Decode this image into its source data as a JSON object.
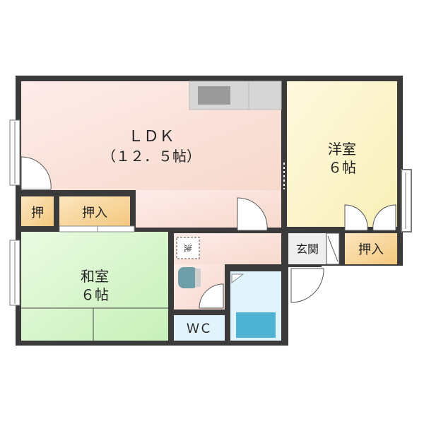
{
  "rooms": {
    "ldk": {
      "name": "ＬＤＫ",
      "size": "（１２．５帖）"
    },
    "western": {
      "name": "洋室",
      "size": "６帖"
    },
    "japanese": {
      "name": "和室",
      "size": "６帖"
    },
    "oshi_small": {
      "name": "押"
    },
    "oshiire_left": {
      "name": "押入"
    },
    "oshiire_right": {
      "name": "押入"
    },
    "entrance": {
      "name": "玄関"
    },
    "wc": {
      "name": "ＷＣ"
    },
    "laundry": {
      "name": "洗"
    }
  },
  "colors": {
    "wall": "#3a3a3a",
    "ldk_start": "#fdecea",
    "ldk_end": "#f7d9cc",
    "western_start": "#fff9df",
    "western_end": "#f8efb7",
    "japanese_start": "#e9fbe2",
    "japanese_end": "#c8f0b8",
    "closet_start": "#fde6bf",
    "closet_end": "#f3c87e",
    "wet": "#e2f4fb",
    "bath": "#4fb3d3",
    "toilet": "#6e9ea8",
    "kitchen": "#d6d6d6",
    "sink": "#9a9a9a",
    "entrance": "#eeeeee"
  }
}
